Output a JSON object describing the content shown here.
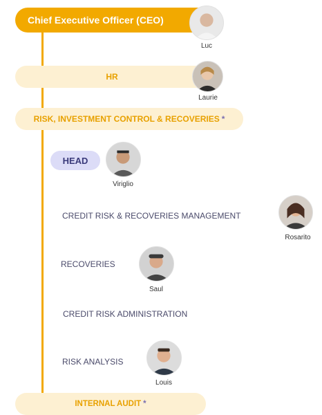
{
  "ceo": {
    "title": "Chief Executive Officer (CEO)",
    "name": "Luc"
  },
  "hr": {
    "title": "HR",
    "name": "Laurie"
  },
  "risk": {
    "title": "RISK, INVESTMENT CONTROL & RECOVERIES",
    "marker": "*"
  },
  "head": {
    "label": "HEAD",
    "name": "Viriglio"
  },
  "units": [
    {
      "title": "CREDIT RISK & RECOVERIES MANAGEMENT",
      "name": "Rosarito"
    },
    {
      "title": "RECOVERIES",
      "name": "Saul"
    },
    {
      "title": "CREDIT RISK ADMINISTRATION"
    },
    {
      "title": "RISK ANALYSIS",
      "name": "Louis"
    }
  ],
  "audit": {
    "title": "INTERNAL AUDIT",
    "marker": "*"
  },
  "colors": {
    "accent": "#f2a900",
    "light": "#fdf0d2",
    "head_pill": "#dcdcf7",
    "marker": "#7b6fb0"
  }
}
